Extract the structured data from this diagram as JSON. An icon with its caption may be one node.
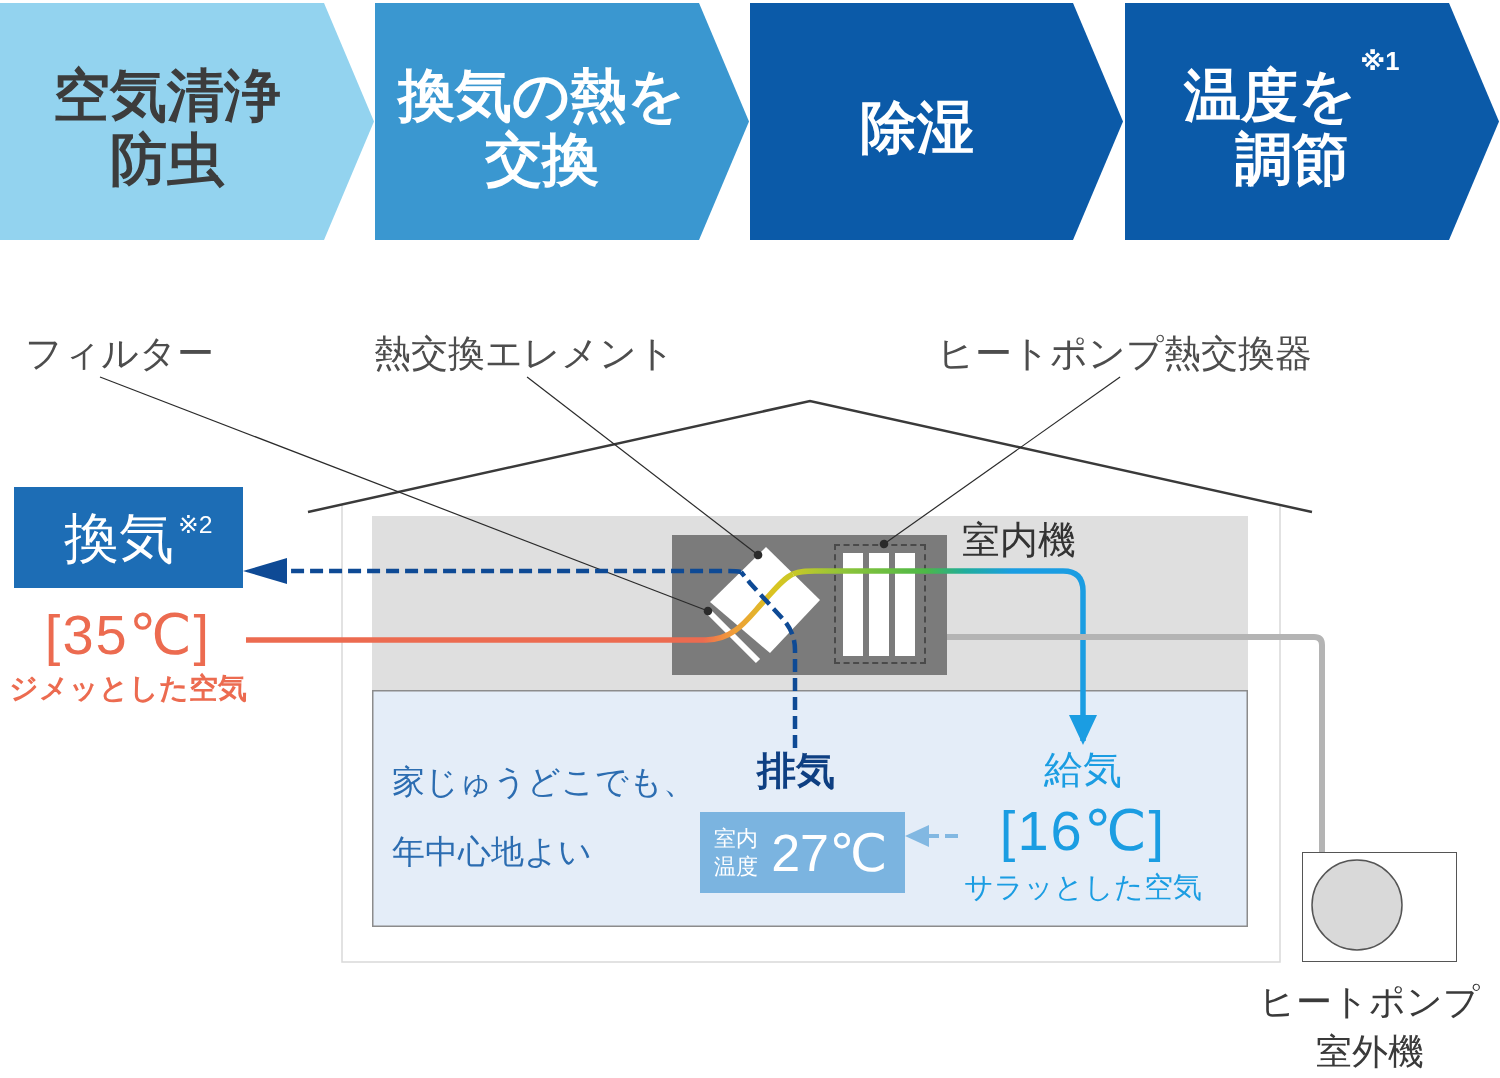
{
  "diagram": {
    "nodes": [
      {
        "text": [
          "空気清浄防虫"
        ]
      },
      {
        "text": [
          "換気の熱を交換"
        ]
      },
      {
        "text": [
          "除湿"
        ]
      },
      {
        "text": [
          "温度を$^{※1}$調節"
        ]
      },
      {
        "text": [
          "フィルター"
        ]
      },
      {
        "text": [
          "熱交換エレメント"
        ]
      },
      {
        "text": [
          "ヒートポンプ熱交換器"
        ]
      },
      {
        "text": [
          "換気$^{※2}$"
        ]
      },
      {
        "text": [
          "[35℃]",
          "ジメッとした空気"
        ]
      },
      {
        "text": [],
        "shape": "box",
        "beside": [
          "室内機"
        ]
      },
      {
        "text": [],
        "shape": "bar",
        "in": 9
      },
      {
        "text": [],
        "shape": "diamond",
        "in": 9
      },
      {
        "text": [],
        "shape": "box",
        "in": 9
      },
      {
        "text": [
          "家じゅうどこでも、年中心地よい"
        ]
      },
      {
        "text": [
          "排気"
        ],
        "in": 13
      },
      {
        "text": [
          "給気",
          "[16℃]",
          "サラッとした空気"
        ],
        "in": 13
      },
      {
        "text": [
          "室内温度",
          "27℃"
        ],
        "in": 13
      },
      {
        "text": [],
        "shape": "box",
        "beside": [
          "ヒートポンプ室外機"
        ]
      }
    ],
    "edges": [
      {
        "from": 4,
        "to": 10,
        "arrow": "other"
      },
      {
        "from": 5,
        "to": 11,
        "arrow": "other"
      },
      {
        "from": 6,
        "to": 12,
        "arrow": "other"
      },
      {
        "from": 8,
        "to": 10,
        "arrow": "none",
        "color": "#ec6b50"
      },
      {
        "from": 10,
        "to": 11,
        "arrow": "none",
        "color": "#ec6b50"
      },
      {
        "from": 11,
        "to": 12,
        "arrow": "none",
        "color": "#c8c828"
      },
      {
        "from": 12,
        "to": 15,
        "arrow": "to",
        "color": "#4cb848"
      },
      {
        "from": 14,
        "to": 11,
        "arrow": "none",
        "style": "dashed",
        "color": "#0e4a95"
      },
      {
        "from": 11,
        "to": 7,
        "arrow": "to",
        "style": "dashed",
        "color": "#0e4a95"
      },
      {
        "from": 15,
        "to": 16,
        "arrow": "to",
        "style": "dashed",
        "color": "#82b8e2"
      },
      {
        "from": 9,
        "to": 17,
        "arrow": "none",
        "color": "#b4b4b4"
      }
    ]
  }
}
